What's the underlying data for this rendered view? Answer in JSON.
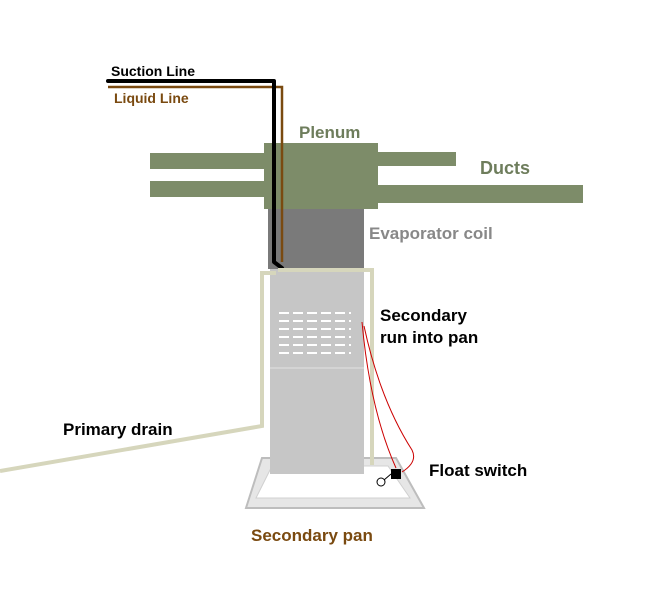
{
  "labels": {
    "suction_line": "Suction Line",
    "liquid_line": "Liquid Line",
    "plenum": "Plenum",
    "ducts": "Ducts",
    "evaporator_coil": "Evaporator coil",
    "secondary_run_line1": "Secondary",
    "secondary_run_line2": "run into pan",
    "primary_drain": "Primary drain",
    "float_switch": "Float switch",
    "secondary_pan": "Secondary pan"
  },
  "colors": {
    "plenum_ducts": "#7d8c69",
    "evaporator": "#7a7a7a",
    "furnace": "#c6c6c6",
    "drain_pipe": "#d6d6bc",
    "suction_line": "#000000",
    "liquid_line": "#7a4a10",
    "wire": "#cc0000",
    "label_black": "#000000",
    "label_plenum": "#6e7d5c",
    "label_evaporator": "#888888",
    "label_pan": "#7a4a10"
  }
}
